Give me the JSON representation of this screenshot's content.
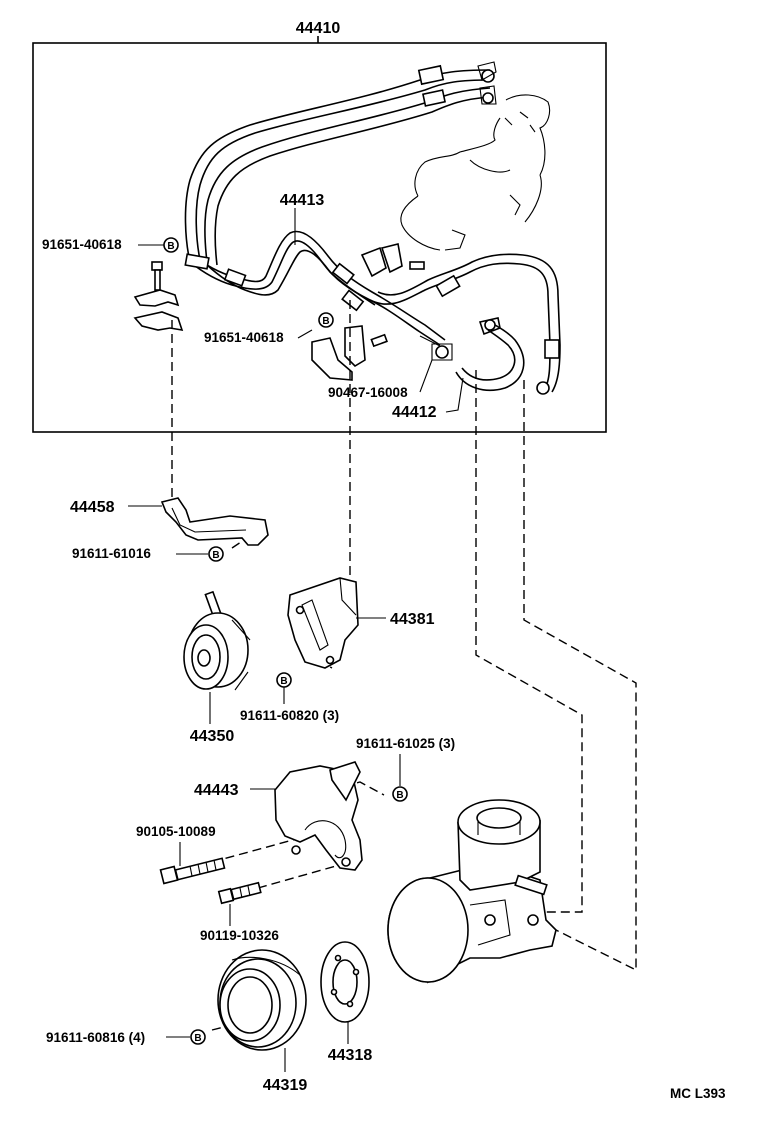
{
  "diagram": {
    "labels": {
      "hose_assembly": "44410",
      "tube_center": "44413",
      "bolt_left": "91651-40618",
      "bolt_center": "91651-40618",
      "clamp": "90467-16008",
      "hose_return": "44412",
      "bracket_tube": "44458",
      "bolt_bracket_tube": "91611-61016",
      "bracket_pump": "44381",
      "bolt_bracket_pump": "91611-60820 (3)",
      "idler_pulley": "44350",
      "bolt_pump_bracket_upper": "91611-61025 (3)",
      "pump_bracket": "44443",
      "bolt_long": "90105-10089",
      "bolt_short": "90119-10326",
      "bolt_pulley": "91611-60816 (4)",
      "plate": "44318",
      "pulley": "44319"
    },
    "badge_letter": "B",
    "footer_code": "MC  L393"
  }
}
